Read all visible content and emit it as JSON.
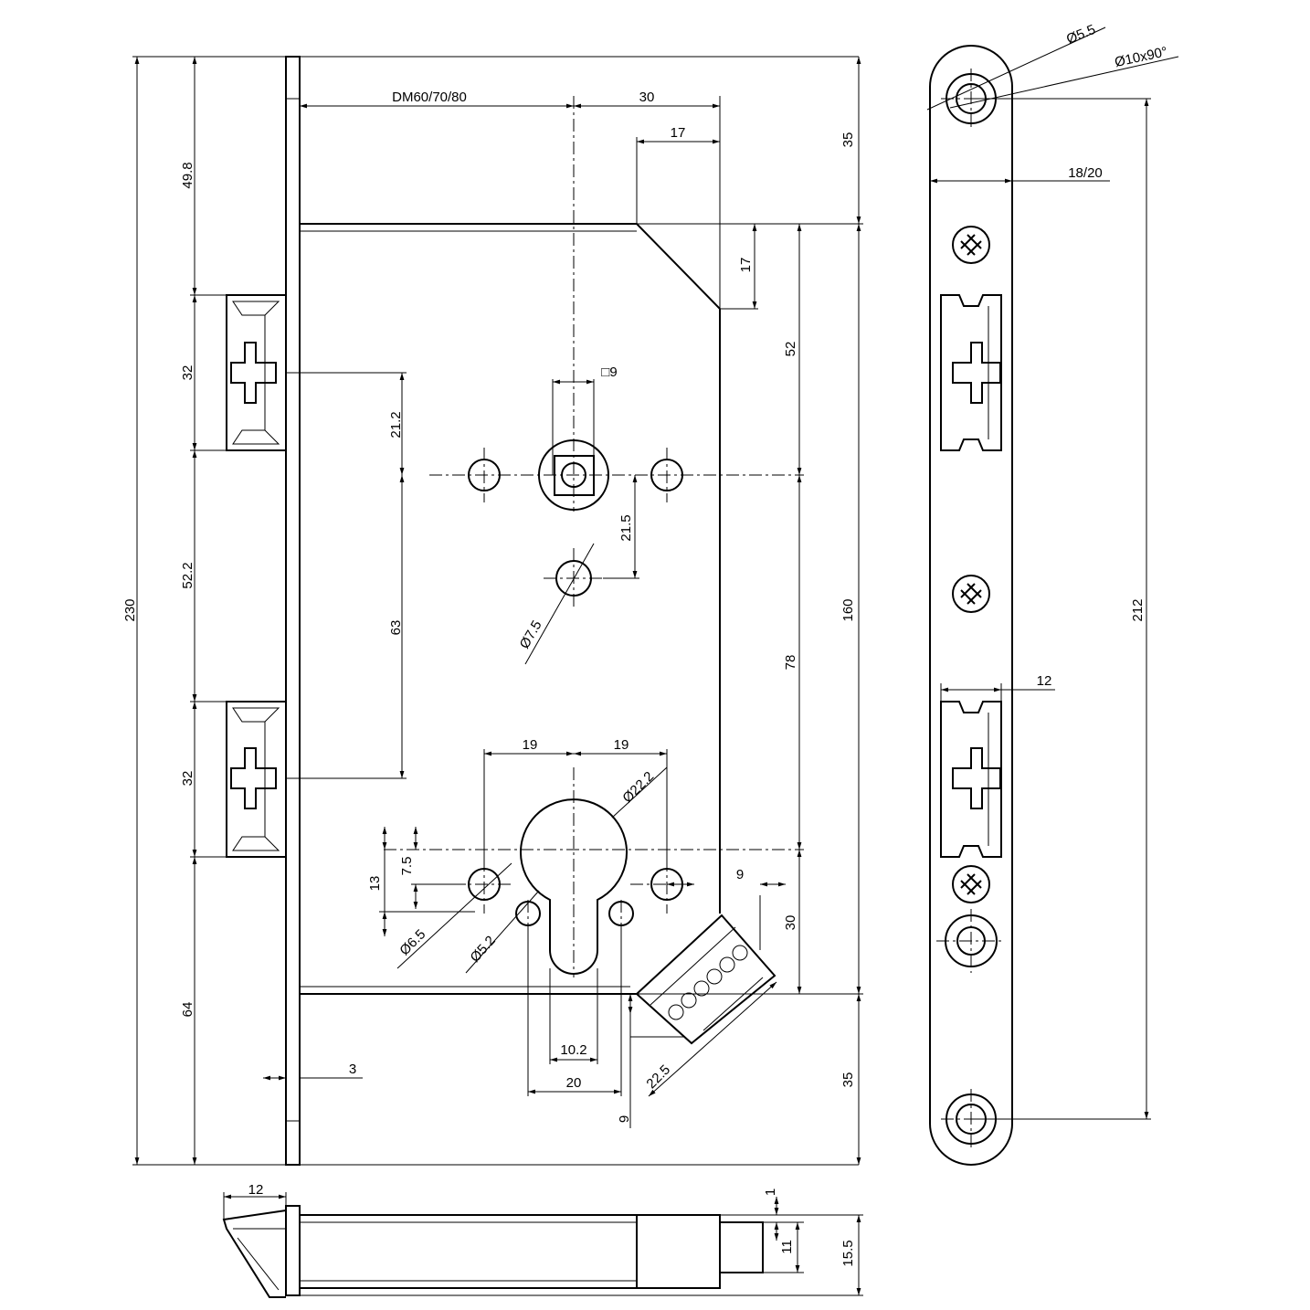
{
  "front_view": {
    "overall_height": "230",
    "left_chain": [
      "49.8",
      "32",
      "52.2",
      "32",
      "64"
    ],
    "faceplate_thickness": "3",
    "backset": "DM60/70/80",
    "top_30": "30",
    "top_17": "17",
    "spindle_square": "□9",
    "right_outer": [
      "35",
      "160",
      "35"
    ],
    "right_inner": [
      "52",
      "78",
      "30"
    ],
    "chamfer_17": "17",
    "dim_21_2": "21.2",
    "dim_21_5": "21.5",
    "dim_63": "63",
    "hole_7_5": "Ø7.5",
    "dim_19_left": "19",
    "dim_19_right": "19",
    "cyl_22_2": "Ø22.2",
    "dim_13": "13",
    "dim_7_5": "7.5",
    "hole_6_5": "Ø6.5",
    "hole_5_2": "Ø5.2",
    "dim_9_right": "9",
    "dim_10_2": "10.2",
    "dim_20": "20",
    "dim_22_5": "22.5",
    "dim_9_bottom": "9"
  },
  "side_view": {
    "hole_5_5": "Ø5.5",
    "countersink": "Ø10x90°",
    "width": "18/20",
    "hole_spacing": "212",
    "latch_12": "12"
  },
  "bottom_view": {
    "latch_12": "12",
    "dim_1": "1",
    "dim_11": "11",
    "dim_15_5": "15.5"
  }
}
